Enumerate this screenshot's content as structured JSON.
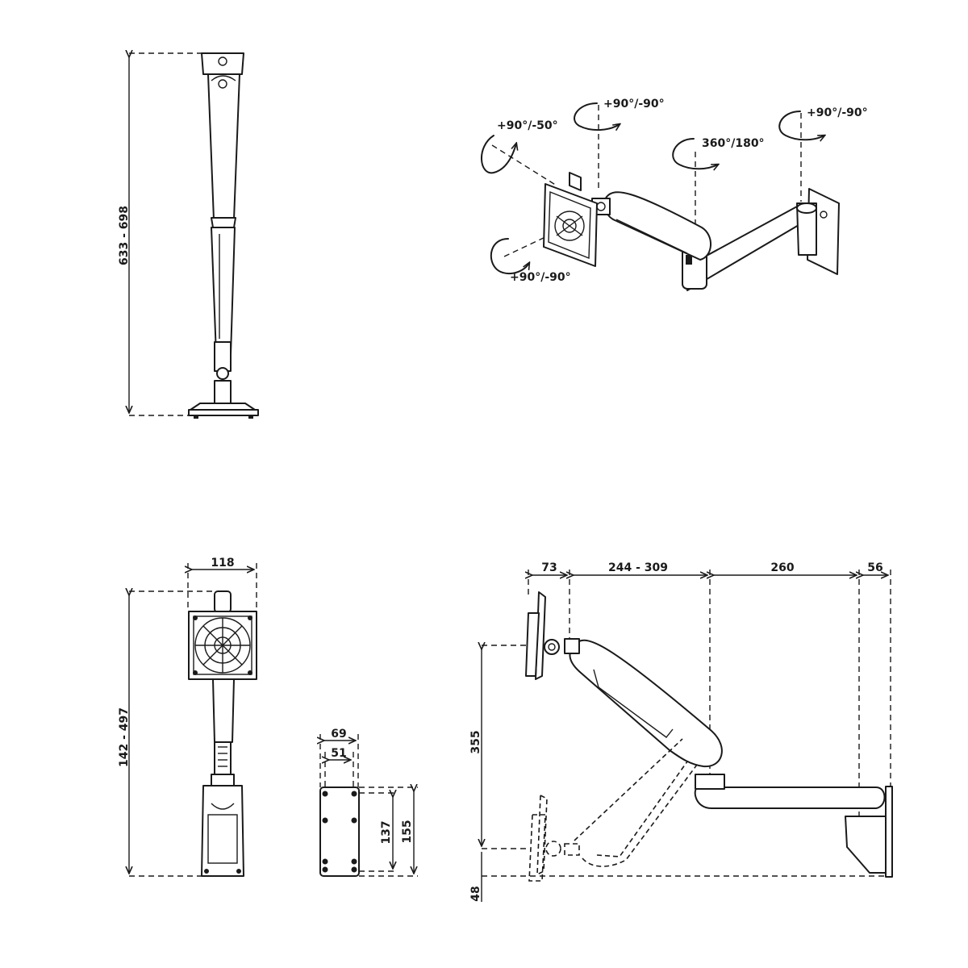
{
  "front_view": {
    "height_label": "633 - 698"
  },
  "rotation_view": {
    "tilt_label": "+90°/-50°",
    "head_swivel_label": "+90°/-90°",
    "elbow_label": "360°/180°",
    "wall_swivel_label": "+90°/-90°",
    "rotate_label": "+90°/-90°"
  },
  "back_view": {
    "width_label": "118",
    "height_label": "142 - 497"
  },
  "plate_view": {
    "outer_width_label": "69",
    "inner_width_label": "51",
    "inner_height_label": "137",
    "outer_height_label": "155"
  },
  "side_view": {
    "head_depth_label": "73",
    "upper_arm_label": "244 - 309",
    "lower_arm_label": "260",
    "wall_depth_label": "56",
    "lift_label": "355",
    "bottom_offset_label": "48"
  },
  "colors": {
    "ink": "#1a1a1a",
    "background": "#ffffff"
  }
}
